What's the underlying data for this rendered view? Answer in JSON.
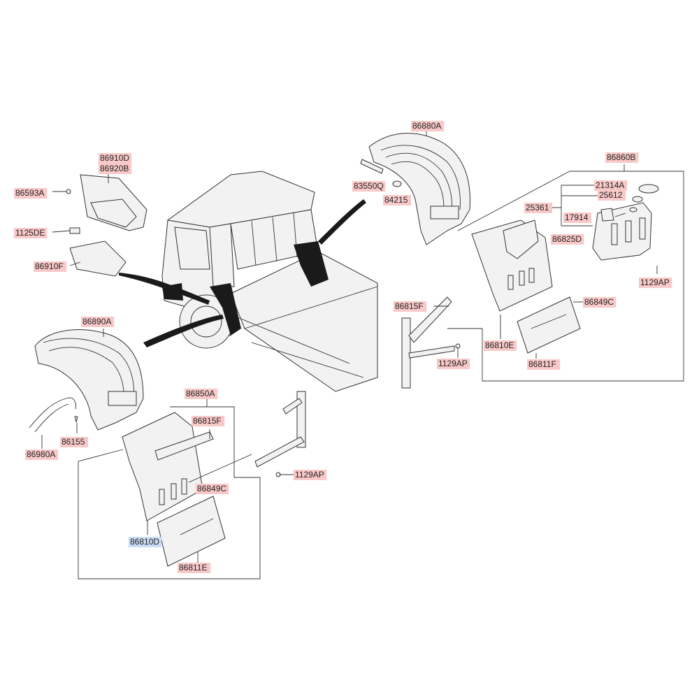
{
  "colors": {
    "label_bg": "#f9c9c9",
    "label_bg_selected": "#c9dcf5",
    "ink": "#222222"
  },
  "labels": {
    "p86910D": "86910D",
    "p86920B": "86920B",
    "p86593A": "86593A",
    "p1125DE": "1125DE",
    "p86910F": "86910F",
    "p86880A": "86880A",
    "p83550Q": "83550Q",
    "p84215": "84215",
    "p86860B": "86860B",
    "p21314A": "21314A",
    "p25612": "25612",
    "p25361": "25361",
    "p17914": "17914",
    "p86825D": "86825D",
    "p1129AP_r": "1129AP",
    "p86815F_r": "86815F",
    "p86849C_r": "86849C",
    "p86810E": "86810E",
    "p1129AP_m": "1129AP",
    "p86811F": "86811F",
    "p86890A": "86890A",
    "p86850A": "86850A",
    "p86815F_l": "86815F",
    "p86155": "86155",
    "p86980A": "86980A",
    "p1129AP_l": "1129AP",
    "p86849C_l": "86849C",
    "p86810D": "86810D",
    "p86811E": "86811E"
  },
  "selected_part": "86810D"
}
